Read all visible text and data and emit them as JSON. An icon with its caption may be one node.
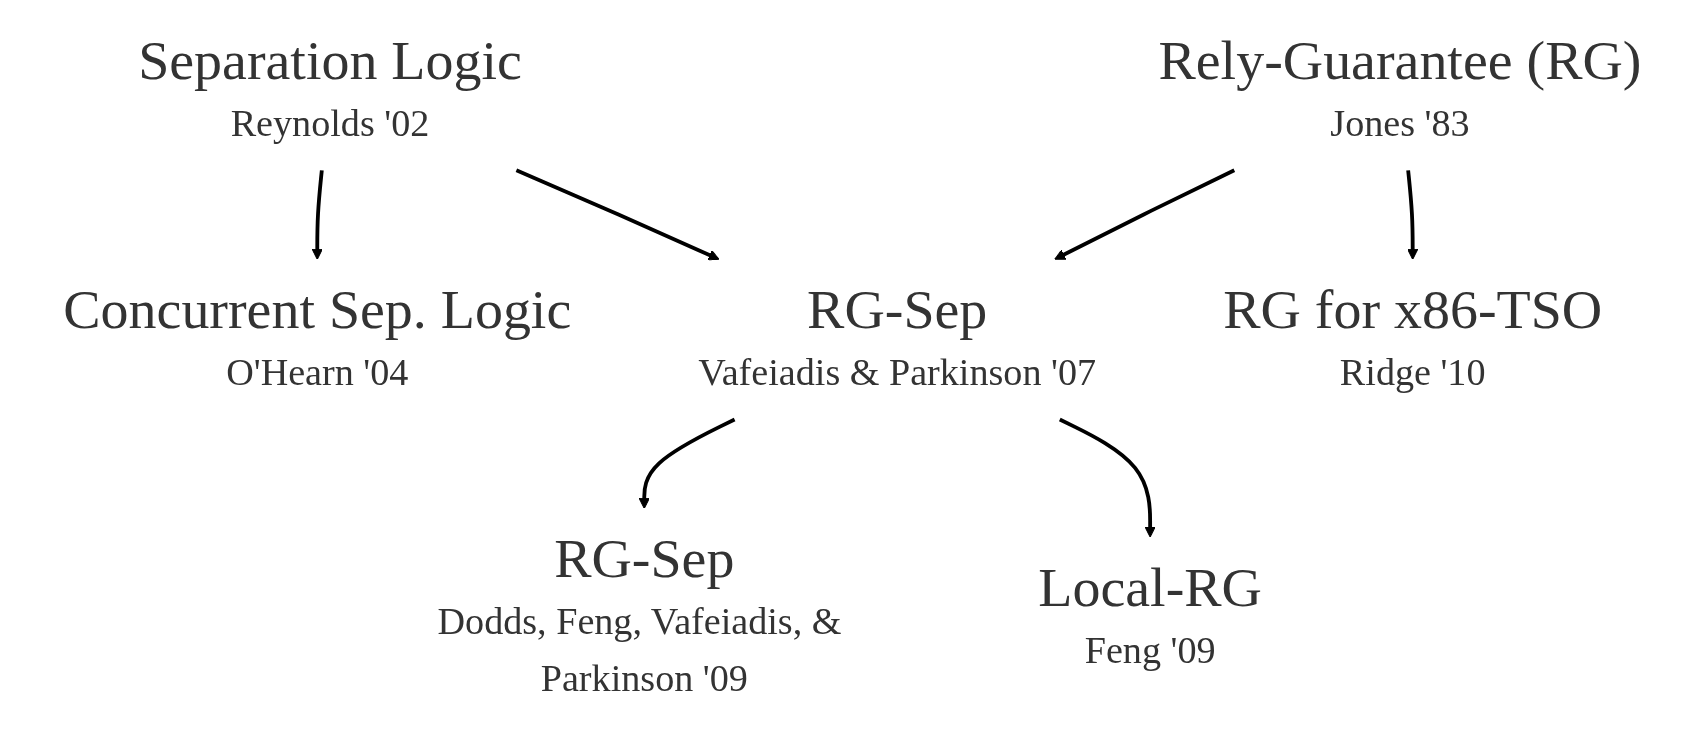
{
  "diagram": {
    "nodes": [
      {
        "text": [
          "Separation Logic",
          "Reynolds '02"
        ]
      },
      {
        "text": [
          "Rely-Guarantee (RG)",
          "Jones '83"
        ]
      },
      {
        "text": [
          "Concurrent Sep. Logic",
          "O'Hearn '04"
        ]
      },
      {
        "text": [
          "RG-Sep",
          "Vafeiadis & Parkinson '07"
        ]
      },
      {
        "text": [
          "RG for x86-TSO",
          "Ridge '10"
        ]
      },
      {
        "text": [
          "RG-Sep",
          "Dodds, Feng, Vafeiadis, & Parkinson '09"
        ]
      },
      {
        "text": [
          "Local-RG",
          "Feng '09"
        ]
      }
    ],
    "edges": [
      {
        "from": 0,
        "to": 2,
        "arrow": "to"
      },
      {
        "from": 0,
        "to": 3,
        "arrow": "to"
      },
      {
        "from": 1,
        "to": 3,
        "arrow": "to"
      },
      {
        "from": 1,
        "to": 4,
        "arrow": "to"
      },
      {
        "from": 3,
        "to": 5,
        "arrow": "to"
      },
      {
        "from": 3,
        "to": 6,
        "arrow": "to"
      }
    ]
  }
}
